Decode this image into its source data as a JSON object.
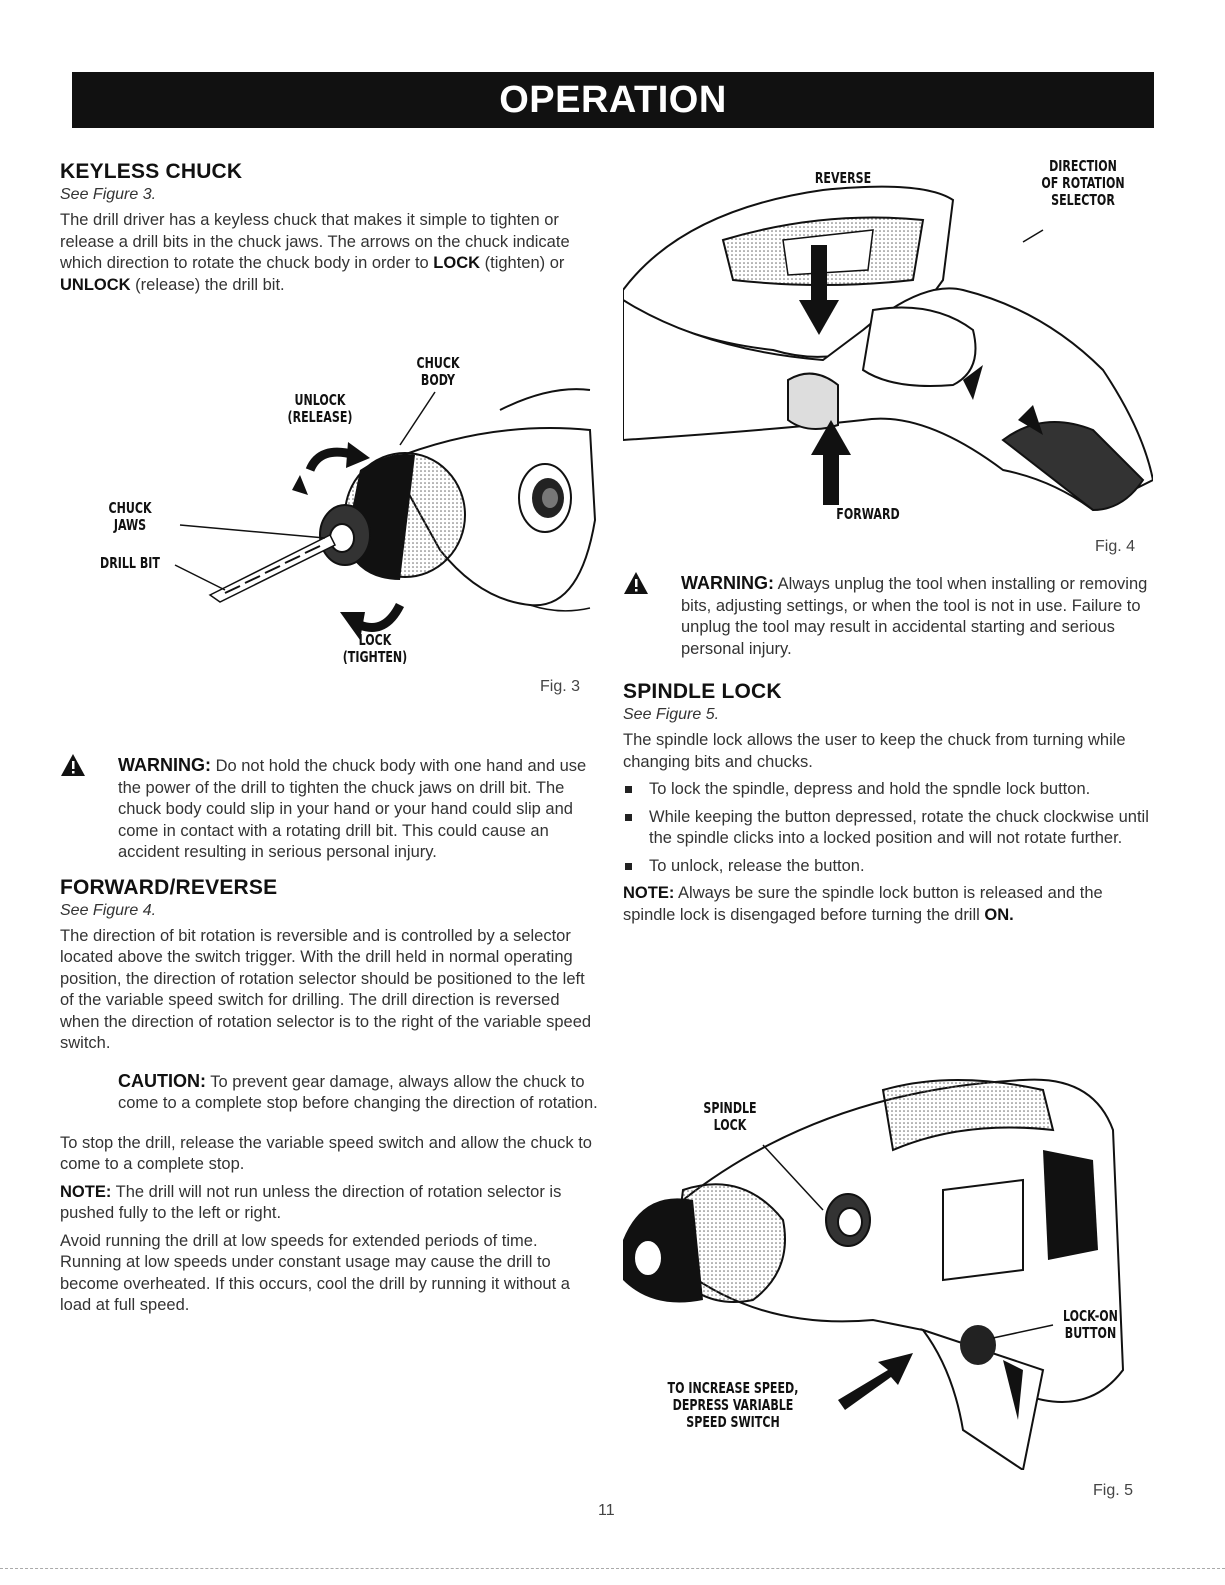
{
  "header": {
    "title": "OPERATION"
  },
  "keyless": {
    "heading": "KEYLESS CHUCK",
    "see": "See Figure 3.",
    "body_pre": "The drill driver has a keyless chuck that makes it simple to tighten or release a drill bits in the chuck jaws. The arrows on the chuck indicate which direction to rotate the chuck body in order to ",
    "lock_word": "LOCK",
    "body_mid": " (tighten) or ",
    "unlock_word": "UNLOCK",
    "body_post": " (release) the drill bit."
  },
  "fig3": {
    "labels": {
      "chuck_body_1": "CHUCK",
      "chuck_body_2": "BODY",
      "unlock_1": "UNLOCK",
      "unlock_2": "(RELEASE)",
      "jaws_1": "CHUCK",
      "jaws_2": "JAWS",
      "drill_bit": "DRILL BIT",
      "lock_1": "LOCK",
      "lock_2": "(TIGHTEN)"
    },
    "caption": "Fig. 3"
  },
  "warning1": {
    "label": "WARNING:",
    "text": " Do not hold the chuck body with one hand and use the power of the drill to tighten the chuck jaws on drill bit. The chuck body could slip in your hand or your hand could slip and come in contact with a rotating drill bit. This could cause an accident resulting in serious personal injury."
  },
  "forward": {
    "heading": "FORWARD/REVERSE",
    "see": "See Figure 4.",
    "body": "The direction of bit rotation is reversible and is controlled by a selector located above the switch trigger. With the drill held in normal operating position, the direction of rotation selector should be positioned to the left of the variable speed switch for drilling. The drill direction is reversed when the direction of rotation selector is to the right of the variable speed switch."
  },
  "caution": {
    "label": "CAUTION:",
    "text": " To prevent gear damage, always allow the chuck to come to a complete stop before changing the direction of rotation."
  },
  "stop_text": "To stop the drill, release the variable speed switch and allow the chuck to come to a complete stop.",
  "note1": {
    "label": "NOTE:",
    "text": " The drill will not run unless the direction of rotation selector is pushed fully to the left or right."
  },
  "avoid_text": "Avoid running the drill at low speeds for extended periods of time. Running at low speeds under constant usage may cause the drill to become overheated. If this occurs, cool the drill by running it without a load at full speed.",
  "fig4": {
    "labels": {
      "reverse": "REVERSE",
      "dir_1": "DIRECTION",
      "dir_2": "OF ROTATION",
      "dir_3": "SELECTOR",
      "forward": "FORWARD"
    },
    "caption": "Fig. 4"
  },
  "warning2": {
    "label": "WARNING:",
    "text": " Always unplug the tool when installing or removing bits, adjusting settings, or when the tool is not in use. Failure to unplug the tool may result in accidental starting and serious personal injury."
  },
  "spindle": {
    "heading": "SPINDLE LOCK",
    "see": "See Figure 5.",
    "body": "The spindle lock allows the user to keep the chuck from turning while changing bits and chucks.",
    "bullets": [
      "To lock the spindle, depress and hold the spndle lock button.",
      "While keeping the button depressed, rotate the chuck clockwise until the spindle clicks into a locked position and will not rotate further.",
      "To unlock, release the button."
    ],
    "note_label": "NOTE:",
    "note_text": " Always be sure the spindle lock button is released and the spindle lock is disengaged before turning the drill ",
    "note_on": "ON."
  },
  "fig5": {
    "labels": {
      "spindle_1": "SPINDLE",
      "spindle_2": "LOCK",
      "lockon_1": "LOCK-ON",
      "lockon_2": "BUTTON",
      "speed_1": "TO INCREASE SPEED,",
      "speed_2": "DEPRESS VARIABLE",
      "speed_3": "SPEED SWITCH"
    },
    "caption": "Fig. 5"
  },
  "page_number": "11"
}
